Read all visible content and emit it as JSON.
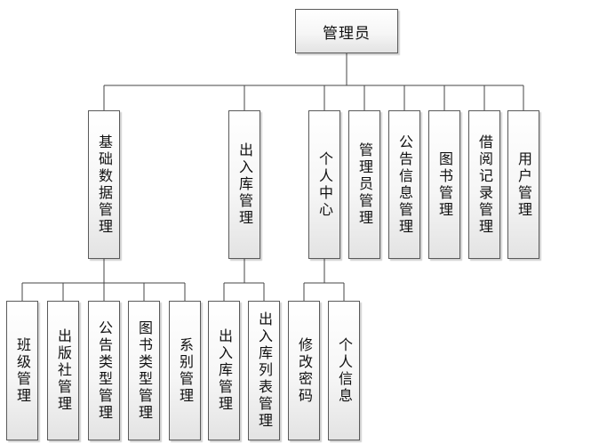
{
  "root": {
    "label": "管理员"
  },
  "modules": [
    {
      "label": "基础数据管理",
      "children": [
        "班级管理",
        "出版社管理",
        "公告类型管理",
        "图书类型管理",
        "系别管理"
      ]
    },
    {
      "label": "出入库管理",
      "children": [
        "出入库管理",
        "出入库列表管理"
      ]
    },
    {
      "label": "个人中心",
      "children": [
        "修改密码",
        "个人信息"
      ]
    },
    {
      "label": "管理员管理",
      "children": []
    },
    {
      "label": "公告信息管理",
      "children": []
    },
    {
      "label": "图书管理",
      "children": []
    },
    {
      "label": "借阅记录管理",
      "children": []
    },
    {
      "label": "用户管理",
      "children": []
    }
  ]
}
